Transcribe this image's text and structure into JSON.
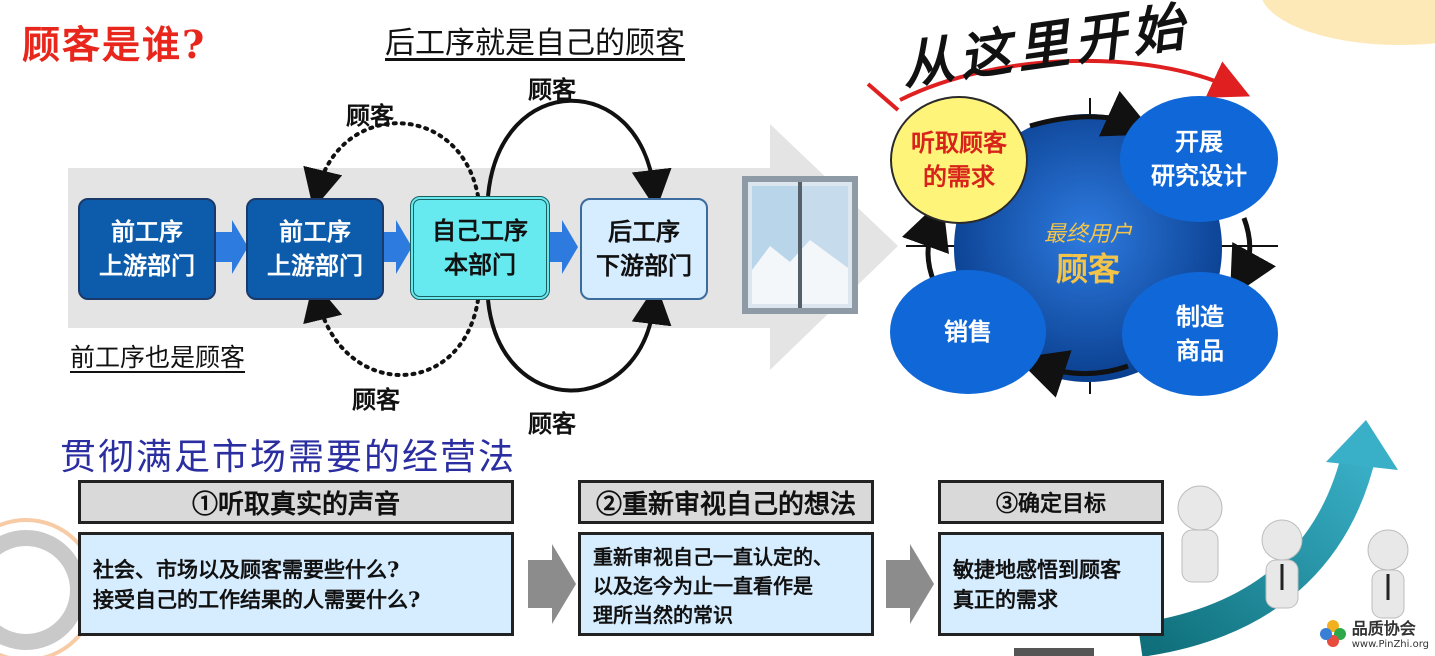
{
  "title": "顾客是谁?",
  "subtitle": "后工序就是自己的顾客",
  "left_note": "前工序也是顾客",
  "arc_labels": {
    "top_dotted": "顾客",
    "top_solid": "顾客",
    "bottom_dotted": "顾客",
    "bottom_solid": "顾客"
  },
  "process_boxes": [
    {
      "line1": "前工序",
      "line2": "上游部门"
    },
    {
      "line1": "前工序",
      "line2": "上游部门"
    },
    {
      "line1": "自己工序",
      "line2": "本部门"
    },
    {
      "line1": "后工序",
      "line2": "下游部门"
    }
  ],
  "cycle": {
    "banner": "从这里开始",
    "center_line1": "最终用户",
    "center_line2": "顾客",
    "listen": {
      "line1": "听取顾客",
      "line2": "的需求"
    },
    "research": {
      "line1": "开展",
      "line2": "研究设计"
    },
    "manufacture": {
      "line1": "制造",
      "line2": "商品"
    },
    "sales": "销售"
  },
  "section_title": "贯彻满足市场需要的经营法",
  "steps": [
    {
      "header": "①听取真实的声音",
      "body_line1": "社会、市场以及顾客需要些什么?",
      "body_line2": "接受自己的工作结果的人需要什么?",
      "body_line3": ""
    },
    {
      "header": "②重新审视自己的想法",
      "body_line1": "重新审视自己一直认定的、",
      "body_line2": "以及迄今为止一直看作是",
      "body_line3": "理所当然的常识"
    },
    {
      "header": "③确定目标",
      "body_line1": "敏捷地感悟到顾客",
      "body_line2": "真正的需求",
      "body_line3": ""
    }
  ],
  "watermark": {
    "name": "品质协会",
    "url": "www.PinZhi.org"
  },
  "colors": {
    "title_red": "#e8261c",
    "dark_blue": "#0d5cab",
    "circle_blue": "#1068d8",
    "cyan": "#66e9ef",
    "yellow": "#fff47a"
  }
}
